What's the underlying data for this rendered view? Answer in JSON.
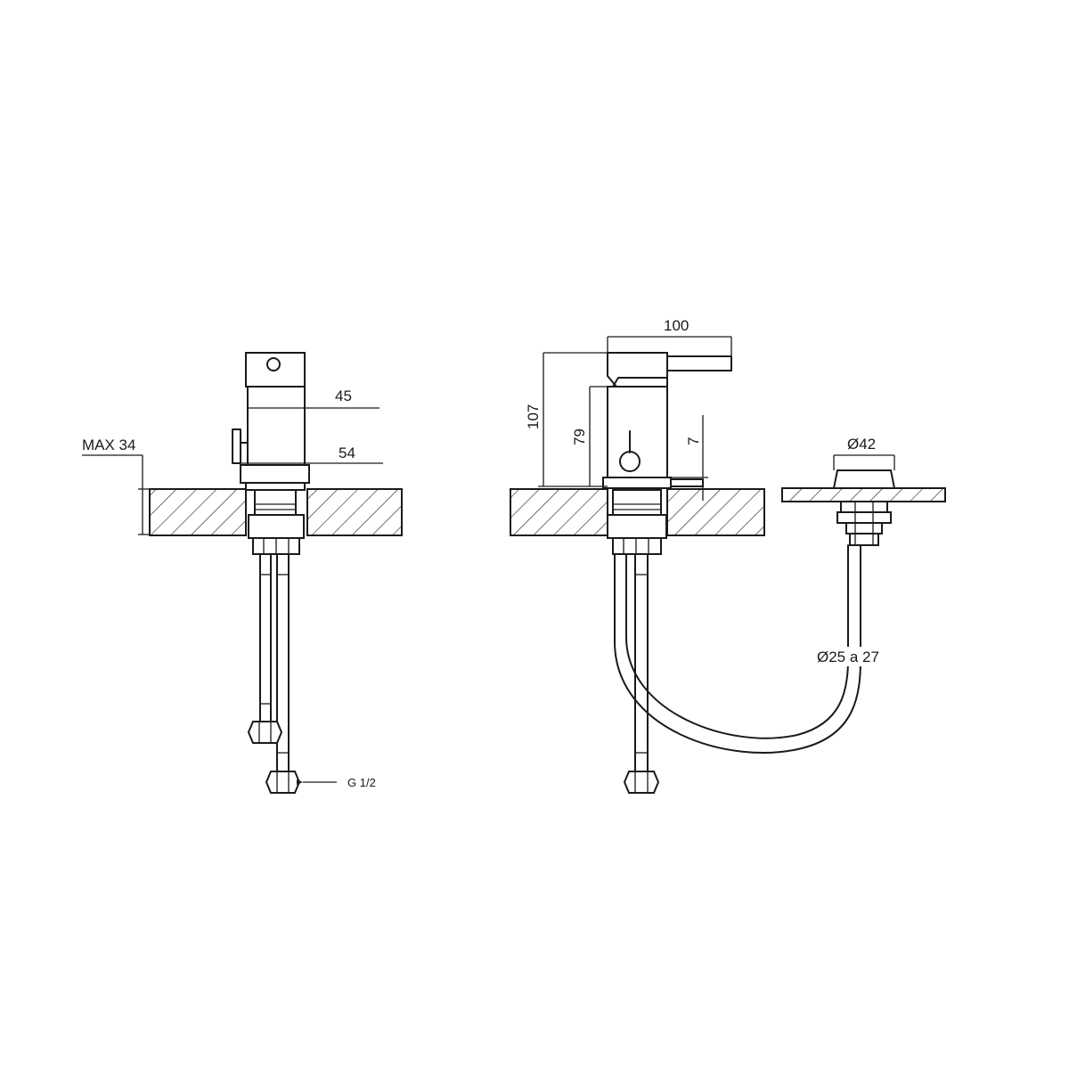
{
  "dimensions": {
    "max_thickness": "MAX 34",
    "body_width": "45",
    "base_width": "54",
    "connection": "G 1/2",
    "total_length": "100",
    "total_height": "107",
    "spout_height": "79",
    "base_height": "7",
    "waste_diameter": "Ø42",
    "hole_diameter": "Ø25 a 27"
  }
}
